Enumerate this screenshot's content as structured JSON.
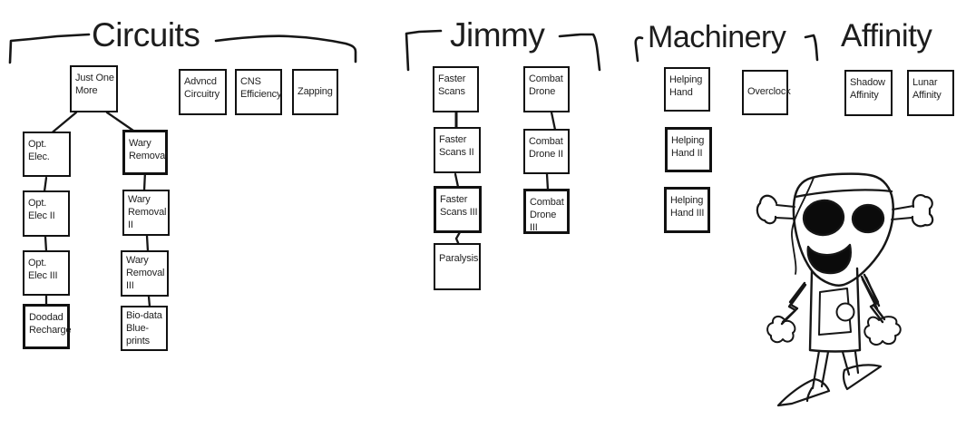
{
  "canvas": {
    "background": "#ffffff",
    "ink_color": "#161616",
    "text_color": "#1f1f1f"
  },
  "sections": [
    {
      "title": "Circuits",
      "nodes": [
        {
          "label": "Just One\nMore"
        },
        {
          "label": "Advncd\nCircuitry"
        },
        {
          "label": "CNS\nEfficiency"
        },
        {
          "label": "Zapping"
        },
        {
          "label": "Opt.\nElec."
        },
        {
          "label": "Opt.\nElec II"
        },
        {
          "label": "Opt.\nElec III"
        },
        {
          "label": "Doodad\nRecharge"
        },
        {
          "label": "Wary\nRemoval"
        },
        {
          "label": "Wary\nRemoval\nII"
        },
        {
          "label": "Wary\nRemoval\nIII"
        },
        {
          "label": "Bio-data\nBlue-\nprints"
        }
      ]
    },
    {
      "title": "Jimmy",
      "nodes": [
        {
          "label": "Faster\nScans"
        },
        {
          "label": "Faster\nScans II"
        },
        {
          "label": "Faster\nScans III"
        },
        {
          "label": "Paralysis"
        },
        {
          "label": "Combat\nDrone"
        },
        {
          "label": "Combat\nDrone II"
        },
        {
          "label": "Combat\nDrone III"
        }
      ]
    },
    {
      "title": "Machinery",
      "nodes": [
        {
          "label": "Helping\nHand"
        },
        {
          "label": "Helping\nHand II"
        },
        {
          "label": "Helping\nHand III"
        },
        {
          "label": "Overclock"
        }
      ]
    },
    {
      "title": "Affinity",
      "nodes": [
        {
          "label": "Shadow\nAffinity"
        },
        {
          "label": "Lunar\nAffinity"
        }
      ]
    }
  ],
  "doodle": {
    "name": "robot-sketch"
  }
}
